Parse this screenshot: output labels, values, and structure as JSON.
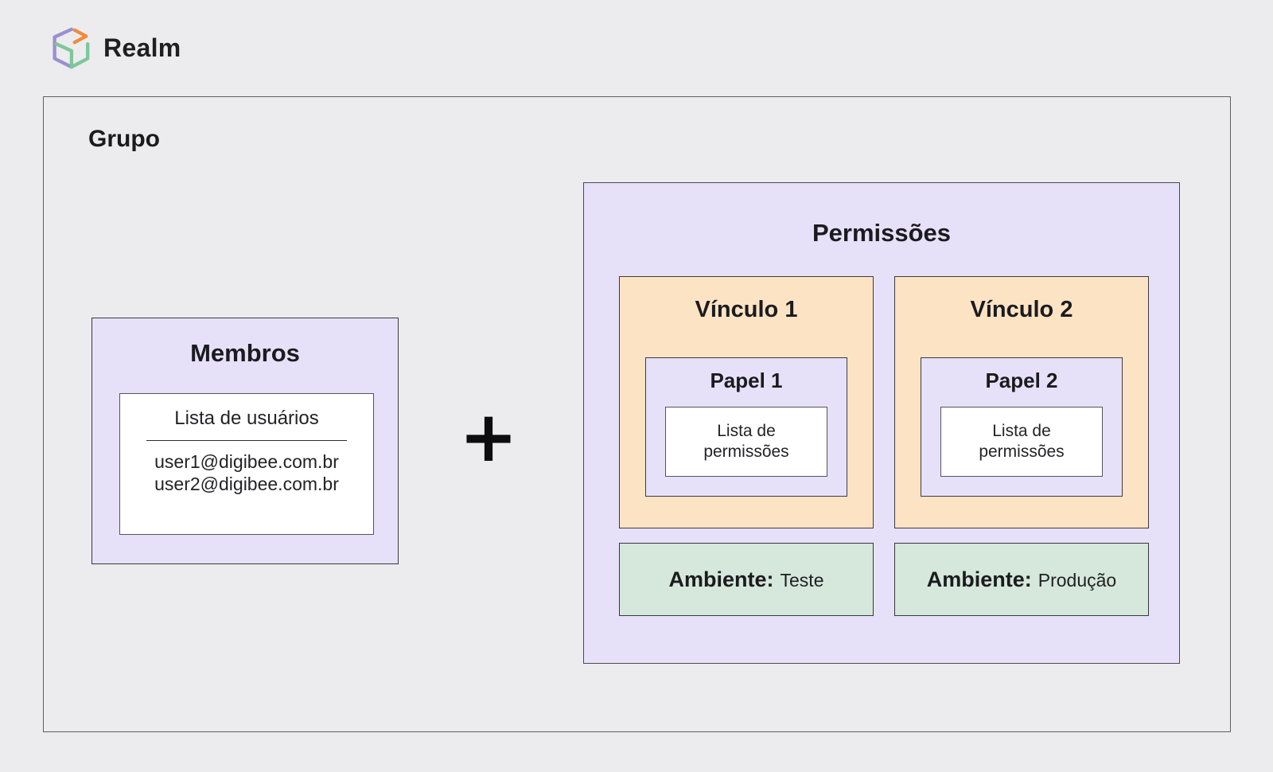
{
  "header": {
    "logo_icon": "digibee-cube-icon",
    "title": "Realm"
  },
  "grupo": {
    "label": "Grupo",
    "plus_sign": "+",
    "membros": {
      "title": "Membros",
      "user_list_title": "Lista de usuários",
      "users": [
        "user1@digibee.com.br",
        "user2@digibee.com.br"
      ]
    },
    "permissoes": {
      "title": "Permissões",
      "vinculos": [
        {
          "title": "Vínculo 1",
          "papel_title": "Papel 1",
          "permission_list_label": "Lista de permissões",
          "ambiente_label": "Ambiente:",
          "ambiente_value": "Teste"
        },
        {
          "title": "Vínculo 2",
          "papel_title": "Papel 2",
          "permission_list_label": "Lista de permissões",
          "ambiente_label": "Ambiente:",
          "ambiente_value": "Produção"
        }
      ]
    }
  },
  "colors": {
    "page_background": "#ECECEE",
    "purple_box": "#E6E1F8",
    "peach_box": "#FBE3C4",
    "green_box": "#D5E8DB",
    "card_white": "#FFFFFF",
    "border_dark": "#3C3C41",
    "logo_purple": "#9B8FD0",
    "logo_green": "#7DC79A",
    "logo_orange": "#EF8B3D"
  }
}
